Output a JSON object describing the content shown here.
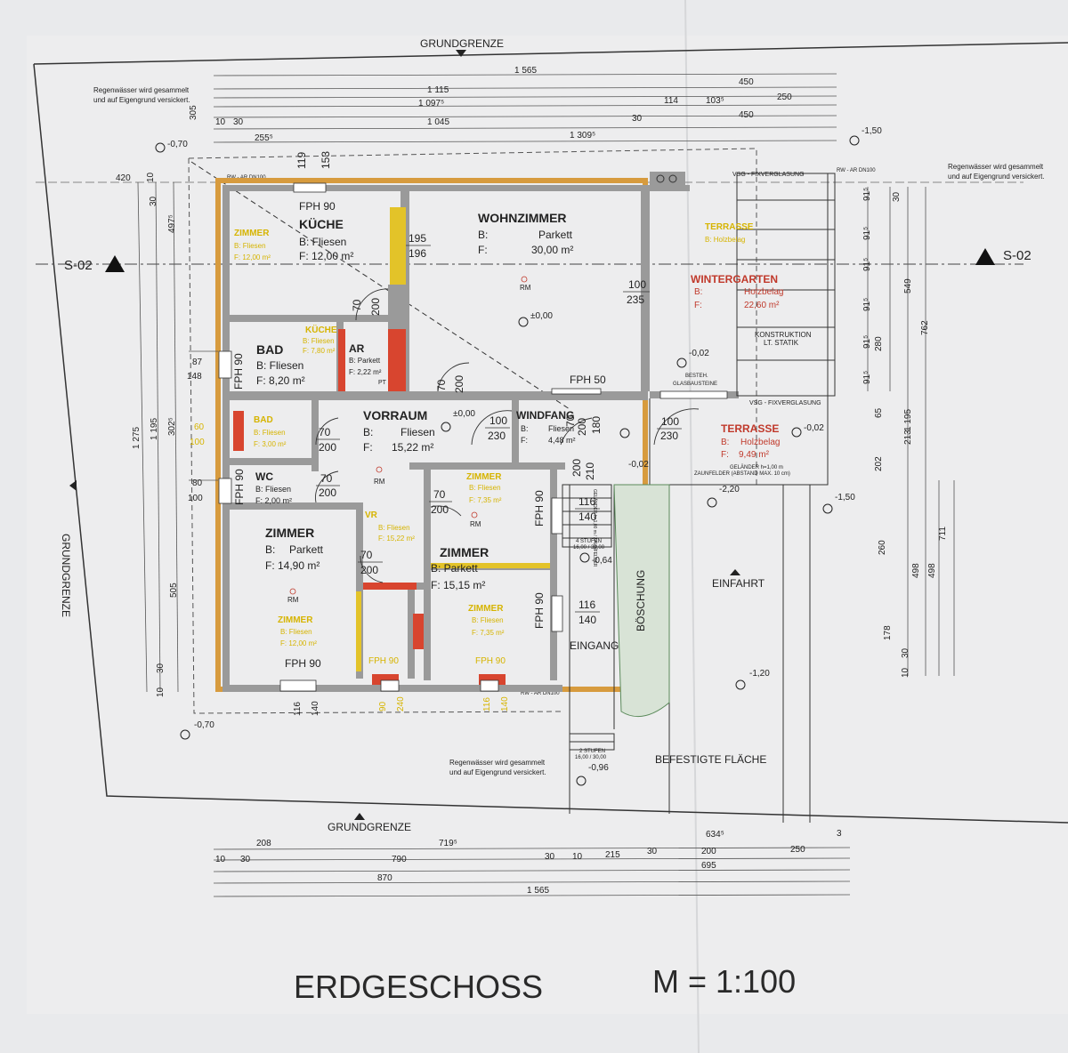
{
  "title": "ERDGESCHOSS",
  "scale": "M = 1:100",
  "boundary_labels": {
    "top": "GRUNDGRENZE",
    "bottom": "GRUNDGRENZE",
    "left": "GRUNDGRENZE"
  },
  "section_marks": {
    "left": "S-02",
    "right": "S-02"
  },
  "notes": {
    "rain": "Regenwässer wird gesammelt",
    "rain2": "und auf Eigengrund versickert.",
    "rw": "RW - AR DN100",
    "vsg_top": "VSG - FIXVERGLASUNG",
    "vsg_mid": "VSG - FIXVERGLASUNG",
    "konstruktion": "KONSTRUKTION",
    "statik": "LT. STATIK",
    "bestand": "BESTEH.",
    "glas": "GLASBAUSTEINE",
    "gelaender": "GELÄNDER h=1,00 m",
    "zaun": "ZAUNFELDER (ABSTAND MAX. 10 cm)",
    "stufen4": "4 STUFEN",
    "stufen4b": "16,00 / 30,00",
    "stufen2": "2 STUFEN",
    "stufen2b": "16,00 / 30,00",
    "gel_vert": "GELÄNDER h=1,00 m / ZAUNFELDER"
  },
  "rooms": {
    "kueche": {
      "name": "KÜCHE",
      "b": "B:  Fliesen",
      "f": "F: 12,00 m²"
    },
    "wohnzimmer": {
      "name": "WOHNZIMMER",
      "b": "B:",
      "b2": "Parkett",
      "f": "F:",
      "f2": "30,00 m²"
    },
    "bad": {
      "name": "BAD",
      "b": "B: Fliesen",
      "f": "F: 8,20 m²"
    },
    "ar": {
      "name": "AR",
      "b": "B: Parkett",
      "f": "F: 2,22 m²"
    },
    "vorraum": {
      "name": "VORRAUM",
      "b": "B:",
      "b2": "Fliesen",
      "f": "F:",
      "f2": "15,22 m²"
    },
    "windfang": {
      "name": "WINDFANG",
      "b": "B:",
      "b2": "Fliesen",
      "f": "F:",
      "f2": "4,48 m²"
    },
    "wc": {
      "name": "WC",
      "b": "B: Fliesen",
      "f": "F: 2,00 m²"
    },
    "zimmer1": {
      "name": "ZIMMER",
      "b": "B:",
      "b2": "Parkett",
      "f": "F: 14,90 m²"
    },
    "zimmer2": {
      "name": "ZIMMER",
      "b": "B: Parkett",
      "f": "F: 15,15 m²"
    },
    "terrasse": {
      "name": "TERRASSE",
      "b": "B:",
      "b2": "Holzbelag",
      "f": "F:",
      "f2": "9,49 m²"
    },
    "wintergarten": {
      "name": "WINTERGARTEN",
      "b": "B:",
      "b2": "Holzbelag",
      "f": "F:",
      "f2": "22,60 m²"
    }
  },
  "old_labels": {
    "zimmer_k": {
      "name": "ZIMMER",
      "b": "B: Fliesen",
      "f": "F: 12,00 m²"
    },
    "kueche_b": {
      "name": "KÜCHE",
      "b": "B: Fliesen",
      "f": "F: 7,80 m²"
    },
    "bad_b": {
      "name": "BAD",
      "b": "B: Fliesen",
      "f": "F: 3,00 m²"
    },
    "zimmer_a": {
      "name": "ZIMMER",
      "b": "B: Fliesen",
      "f": "F: 7,35 m²"
    },
    "zimmer_b": {
      "name": "ZIMMER",
      "b": "B: Fliesen",
      "f": "F: 7,35 m²"
    },
    "zimmer_c": {
      "name": "ZIMMER",
      "b": "B: Fliesen",
      "f": "F: 12,00 m²"
    },
    "vr": {
      "name": "VR",
      "b": "B: Fliesen",
      "f": "F: 15,22 m²"
    },
    "terrasse_top": {
      "name": "TERRASSE",
      "b": "B: Holzbelag"
    },
    "fph90a": "FPH 90",
    "fph90b": "FPH 90",
    "n60": "60",
    "n100": "100"
  },
  "windows": {
    "fph90_top": "FPH 90",
    "fph90_bad": "FPH 90",
    "fph90_wc": "FPH 90",
    "fph90_zimmer": "FPH 90",
    "fph90_z2a": "FPH 90",
    "fph90_z2b": "FPH 90",
    "fph50": "FPH 50"
  },
  "doors": {
    "d195": "195",
    "d196": "196",
    "d100a": "100",
    "d235": "235",
    "d70a": "70",
    "d200a": "200",
    "d70b": "70",
    "d200b": "200",
    "d100b": "100",
    "d230a": "230",
    "d100c": "100",
    "d230b": "230",
    "d70c": "70",
    "d200c": "200",
    "d70d": "70",
    "d200d": "200",
    "d70e": "70",
    "d200e": "200",
    "d70f": "70",
    "d200f": "200",
    "d70g": "70",
    "d200g": "200",
    "d210": "210",
    "d200h": "200",
    "d180": "180",
    "d116a": "116",
    "d140a": "140",
    "d116b": "116",
    "d140b": "140",
    "d116c": "116",
    "d140c": "140",
    "d119": "119",
    "d153": "153"
  },
  "levels": {
    "l1": "-0,70",
    "l2": "-1,50",
    "l3": "±0,00",
    "l4": "-0,02",
    "l5": "±0,00",
    "l6": "-0,02",
    "l7": "-0,02",
    "l8": "-2,20",
    "l9": "-1,50",
    "l10": "-0,64",
    "l11": "-1,20",
    "l12": "-0,96",
    "l13": "-0,70"
  },
  "rm": "RM",
  "pt": "PT",
  "areas": {
    "einfahrt": "EINFAHRT",
    "eingang": "EINGANG",
    "boeschung": "BÖSCHUNG",
    "befestigt": "BEFESTIGTE FLÄCHE"
  },
  "dims_top": {
    "a": "1 565",
    "b": "450",
    "c": "1 115",
    "d": "1 097⁵",
    "e": "114",
    "f": "103⁵",
    "g": "250",
    "h": "30",
    "i": "10",
    "j": "1 045",
    "k": "30",
    "l": "450",
    "m": "255⁵",
    "n": "1 309⁵",
    "o": "305",
    "p": "420",
    "q": "10"
  },
  "dims_bottom": {
    "a": "208",
    "b": "719⁵",
    "c": "634⁵",
    "d": "3",
    "e": "10",
    "f": "30",
    "g": "790",
    "h": "30",
    "i": "10",
    "j": "215",
    "k": "30",
    "l": "200",
    "m": "250",
    "n": "695",
    "o": "870",
    "p": "1 565"
  },
  "dims_left": {
    "a": "30",
    "b": "497⁵",
    "c": "1 275",
    "d": "1 195",
    "e": "302⁵",
    "f": "505",
    "g": "30",
    "h": "10",
    "i": "87",
    "j": "148",
    "k": "80",
    "l": "100"
  },
  "dims_right": {
    "a": "30",
    "b": "91⁵",
    "c": "91⁵",
    "d": "91⁵",
    "e": "91⁵",
    "f": "91⁵",
    "g": "91⁵",
    "h": "549",
    "i": "762",
    "j": "280",
    "k": "65",
    "l": "1 195",
    "m": "213",
    "n": "202",
    "o": "260",
    "p": "498",
    "q": "498",
    "r": "711",
    "s": "178",
    "t": "30",
    "u": "10"
  },
  "dims_bot_small": {
    "a": "116",
    "b": "140",
    "c": "90",
    "d": "240",
    "e": "116",
    "f": "140"
  }
}
